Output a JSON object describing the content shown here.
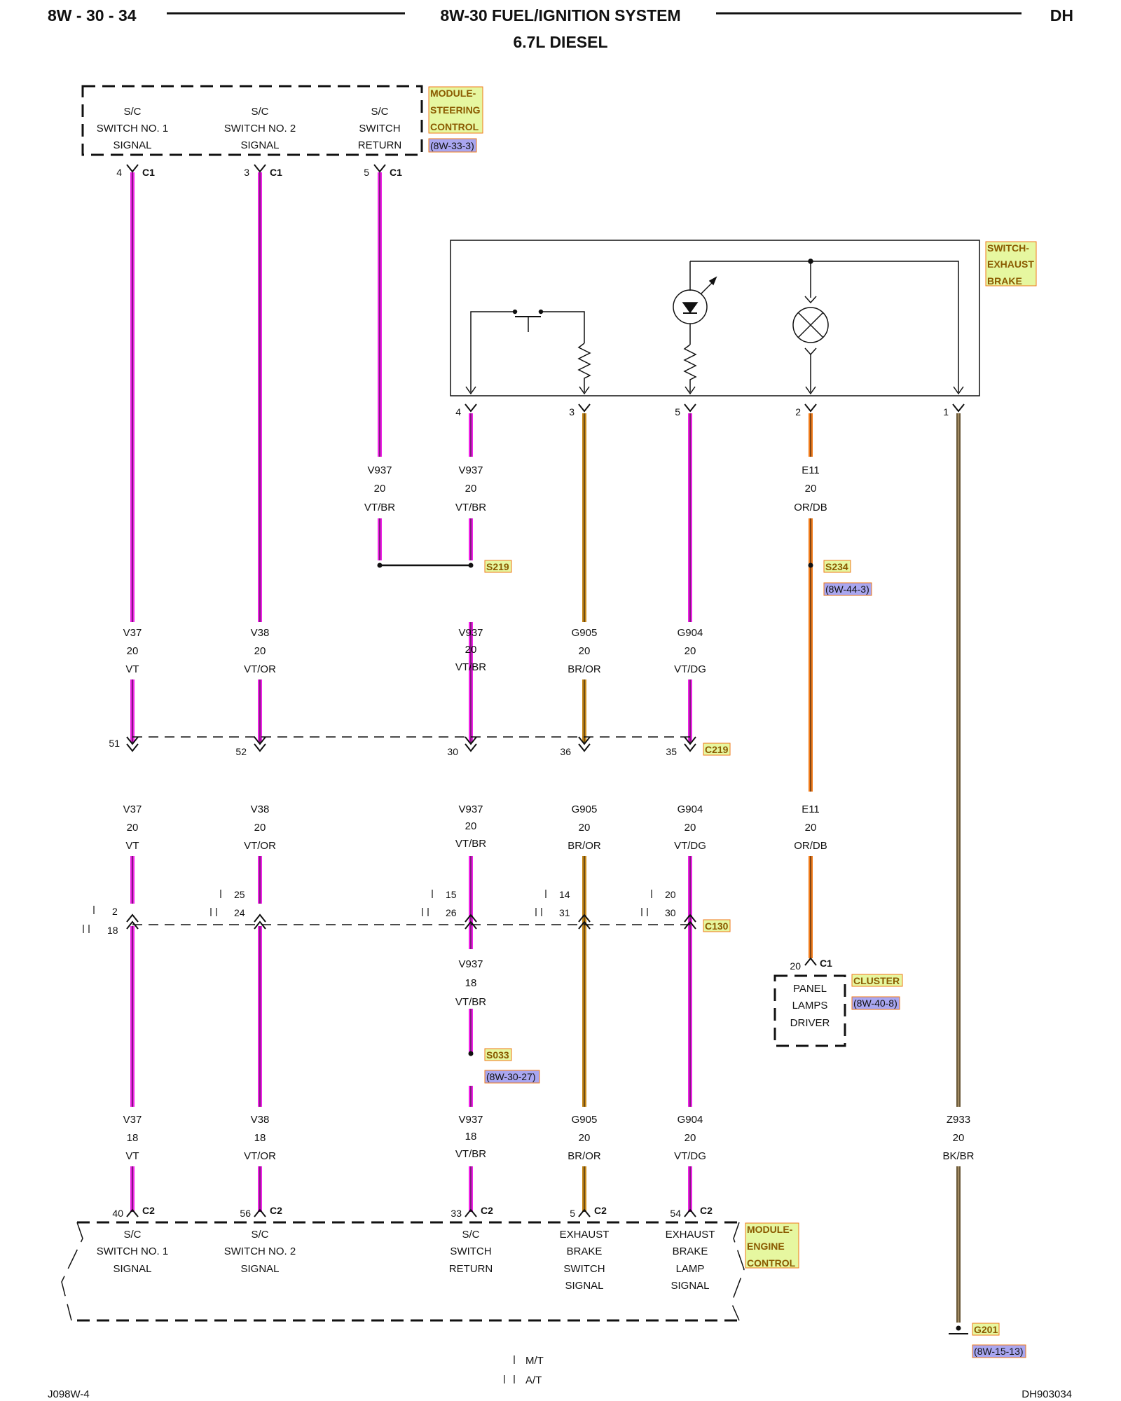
{
  "header": {
    "page_left": "8W - 30 - 34",
    "title": "8W-30 FUEL/IGNITION SYSTEM",
    "subtitle": "6.7L DIESEL",
    "page_right": "DH"
  },
  "footer": {
    "left": "J098W-4",
    "right": "DH903034"
  },
  "colors": {
    "violet": "#ee22e6",
    "brown": "#c8891a",
    "orange": "#ef7a1a",
    "black_brown": "#6b5a3a",
    "tag_bg": "#e6f7a0",
    "ref_bg": "#a9a6f0"
  },
  "steering_module": {
    "name": [
      "MODULE-",
      "STEERING",
      "CONTROL"
    ],
    "ref": "(8W-33-3)",
    "functions": [
      [
        "S/C",
        "SWITCH NO. 1",
        "SIGNAL"
      ],
      [
        "S/C",
        "SWITCH NO. 2",
        "SIGNAL"
      ],
      [
        "S/C",
        "SWITCH",
        "RETURN"
      ]
    ],
    "pins": [
      "4",
      "3",
      "5"
    ],
    "connector": "C1"
  },
  "exhaust_switch": {
    "name": [
      "SWITCH-",
      "EXHAUST",
      "BRAKE"
    ],
    "pins": [
      "4",
      "3",
      "5",
      "2",
      "1"
    ]
  },
  "wires_top": [
    [
      "V937",
      "20",
      "VT/BR"
    ],
    [
      "V937",
      "20",
      "VT/BR"
    ],
    [
      "E11",
      "20",
      "OR/DB"
    ]
  ],
  "splices": {
    "s219": {
      "name": "S219"
    },
    "s234": {
      "name": "S234",
      "ref": "(8W-44-3)"
    },
    "s033": {
      "name": "S033",
      "ref": "(8W-30-27)"
    }
  },
  "wires_mid1": [
    [
      "V37",
      "20",
      "VT"
    ],
    [
      "V38",
      "20",
      "VT/OR"
    ],
    [
      "V937",
      "20",
      "VT/BR"
    ],
    [
      "G905",
      "20",
      "BR/OR"
    ],
    [
      "G904",
      "20",
      "VT/DG"
    ]
  ],
  "c219": {
    "name": "C219",
    "pins": [
      "51",
      "52",
      "30",
      "36",
      "35"
    ]
  },
  "wires_mid2": [
    [
      "V37",
      "20",
      "VT"
    ],
    [
      "V38",
      "20",
      "VT/OR"
    ],
    [
      "V937",
      "20",
      "VT/BR"
    ],
    [
      "G905",
      "20",
      "BR/OR"
    ],
    [
      "G904",
      "20",
      "VT/DG"
    ],
    [
      "E11",
      "20",
      "OR/DB"
    ]
  ],
  "c130": {
    "name": "C130",
    "pins_mt": [
      "2",
      "25",
      "15",
      "14",
      "20"
    ],
    "pins_at": [
      "18",
      "24",
      "26",
      "31",
      "30"
    ]
  },
  "wire_v937_18": [
    "V937",
    "18",
    "VT/BR"
  ],
  "cluster": {
    "name": "CLUSTER",
    "ref": "(8W-40-8)",
    "pin": "20",
    "connector": "C1",
    "function": [
      "PANEL",
      "LAMPS",
      "DRIVER"
    ]
  },
  "wires_bottom": [
    [
      "V37",
      "18",
      "VT"
    ],
    [
      "V38",
      "18",
      "VT/OR"
    ],
    [
      "V937",
      "18",
      "VT/BR"
    ],
    [
      "G905",
      "20",
      "BR/OR"
    ],
    [
      "G904",
      "20",
      "VT/DG"
    ],
    [
      "Z933",
      "20",
      "BK/BR"
    ]
  ],
  "engine_module": {
    "name": [
      "MODULE-",
      "ENGINE",
      "CONTROL"
    ],
    "connector": "C2",
    "pins": [
      "40",
      "56",
      "33",
      "5",
      "54"
    ],
    "functions": [
      [
        "S/C",
        "SWITCH NO. 1",
        "SIGNAL"
      ],
      [
        "S/C",
        "SWITCH NO. 2",
        "SIGNAL"
      ],
      [
        "S/C",
        "SWITCH",
        "RETURN"
      ],
      [
        "EXHAUST",
        "BRAKE",
        "SWITCH",
        "SIGNAL"
      ],
      [
        "EXHAUST",
        "BRAKE",
        "LAMP",
        "SIGNAL"
      ]
    ]
  },
  "ground": {
    "name": "G201",
    "ref": "(8W-15-13)"
  },
  "legend": {
    "mt": "M/T",
    "at": "A/T"
  }
}
